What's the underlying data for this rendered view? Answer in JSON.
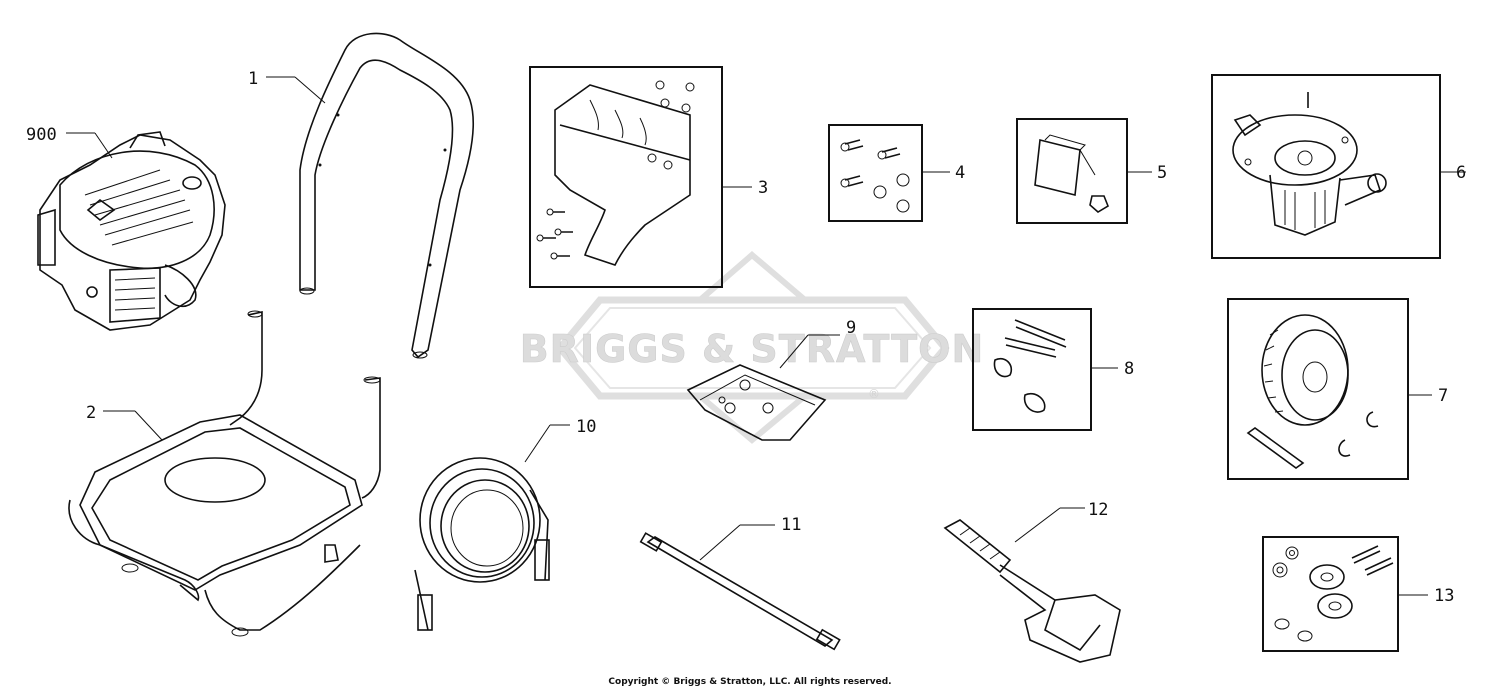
{
  "watermark": {
    "text": "BRIGGS & STRATTON",
    "mark": "®"
  },
  "callouts": [
    "900",
    "1",
    "2",
    "3",
    "4",
    "5",
    "6",
    "7",
    "8",
    "9",
    "10",
    "11",
    "12",
    "13"
  ],
  "copyright": "Copyright © Briggs & Stratton, LLC. All rights reserved.",
  "colors": {
    "line": "#111111",
    "watermark": "#d6d6d6",
    "background": "#ffffff"
  }
}
